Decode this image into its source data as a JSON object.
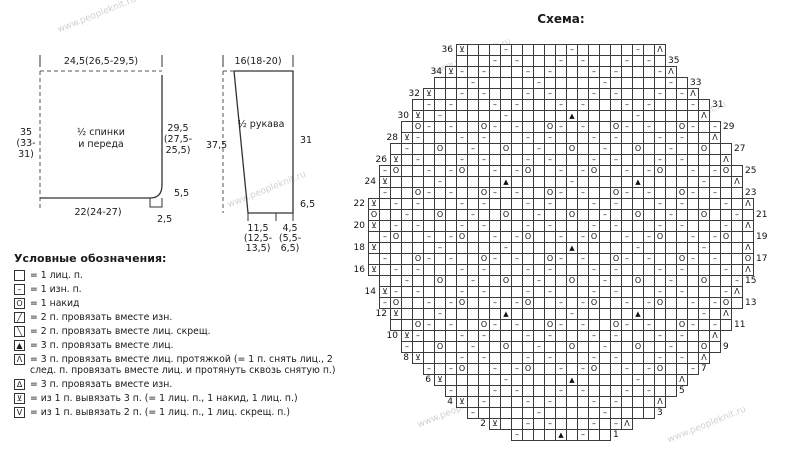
{
  "watermark": "www.peopleknit.ru",
  "body_piece": {
    "top_width": "24,5(26,5-29,5)",
    "height_left_1": "35",
    "height_left_2": "(33-",
    "height_left_3": "31)",
    "label_1": "½ спинки",
    "label_2": "и переда",
    "height_right_1": "29,5",
    "height_right_2": "(27,5-",
    "height_right_3": "25,5)",
    "hem_height": "5,5",
    "slit": "2,5",
    "bottom_width": "22(24-27)"
  },
  "sleeve_piece": {
    "top_width": "16(18-20)",
    "label": "½ рукава",
    "height_left": "37,5",
    "height_right": "31",
    "cuff_height": "6,5",
    "bottom_w1_1": "11,5",
    "bottom_w1_2": "(12,5-",
    "bottom_w1_3": "13,5)",
    "bottom_w2_1": "4,5",
    "bottom_w2_2": "(5,5-",
    "bottom_w2_3": "6,5)"
  },
  "legend": {
    "title": "Условные обозначения:",
    "items": [
      {
        "sym": "",
        "text": "= 1 лиц. п."
      },
      {
        "sym": "-",
        "text": "= 1 изн. п."
      },
      {
        "sym": "o",
        "text": "= 1 накид"
      },
      {
        "sym": "/",
        "text": "= 2 п. провязать вместе изн."
      },
      {
        "sym": "%",
        "text": "= 2 п. провязать вместе лиц. скрещ."
      },
      {
        "sym": "A",
        "text": "= 3 п. провязать вместе лиц."
      },
      {
        "sym": "^",
        "text": "= 3 п. провязать вместе лиц. протяжкой (= 1 п. снять лиц., 2 след. п. провязать вместе лиц. и протянуть сквозь снятую п.)"
      },
      {
        "sym": "x",
        "text": "= 3 п. провязать вместе изн."
      },
      {
        "sym": "v",
        "text": "= из 1 п. вывязать 3 п. (= 1 лиц. п., 1 накид, 1 лиц. п.)"
      },
      {
        "sym": "V",
        "text": "= из 1 п. вывязать 2 п. (= 1 лиц. п., 1 лиц. скрещ. п.)"
      }
    ]
  },
  "chart": {
    "title": "Схема:",
    "max_cols": 35,
    "symbols": {
      "-": "–",
      "o": "O",
      "A": "▲",
      "^": "Λ",
      "v": "⊻",
      "x": "∆",
      "/": "╱",
      "%": "╲",
      "V": "V"
    },
    "rows": [
      {
        "num": 36,
        "off": 8,
        "cells": "v   -     -     - ^"
      },
      {
        "num": 35,
        "off": 8,
        "cells": "   - -   - -   - - "
      },
      {
        "num": 34,
        "off": 7,
        "cells": "v- -   - -   - -   -^"
      },
      {
        "num": 33,
        "off": 6,
        "cells": "   -     -     -     - "
      },
      {
        "num": 32,
        "off": 5,
        "cells": "v  - -   - -   - -   - -^"
      },
      {
        "num": 31,
        "off": 4,
        "cells": " - -   - -   - -   - -   - "
      },
      {
        "num": 30,
        "off": 4,
        "cells": "v -     -     A     -     ^"
      },
      {
        "num": 29,
        "off": 3,
        "cells": " o- -  o- -  o- -  o- -  o- -"
      },
      {
        "num": 28,
        "off": 3,
        "cells": "v-   - -   - -   - -   - -  ^"
      },
      {
        "num": 27,
        "off": 2,
        "cells": " -  o  -  o  -  o  -  o  -  o  "
      },
      {
        "num": 26,
        "off": 2,
        "cells": "v -   - -   - -   - -   - -   ^"
      },
      {
        "num": 25,
        "off": 1,
        "cells": "-o  - -o  - -o  - -o  - -o  - -o "
      },
      {
        "num": 24,
        "off": 1,
        "cells": "v    -     A     -     A     -  ^"
      },
      {
        "num": 23,
        "off": 1,
        "cells": "-  o- -  o- -  o- -  o- -  o- -  "
      },
      {
        "num": 22,
        "off": 0,
        "cells": "v - -   - -   - -   - -   - -   - ^"
      },
      {
        "num": 21,
        "off": 0,
        "cells": "o  -  o  -  o  -  o  -  o  -  o  - "
      },
      {
        "num": 20,
        "off": 0,
        "cells": "v - -   - -   - -   - -   - -   - ^"
      },
      {
        "num": 19,
        "off": 0,
        "cells": " -o  - -o  - -o  - -o  - -o  - -o  "
      },
      {
        "num": 18,
        "off": 0,
        "cells": "v     -     -     A     -     -   ^"
      },
      {
        "num": 17,
        "off": 0,
        "cells": " -  o- -  o- -  o- -  o- -  o- -  o"
      },
      {
        "num": 16,
        "off": 0,
        "cells": "v - -   - -   - -   - -   - -   - ^"
      },
      {
        "num": 15,
        "off": 1,
        "cells": "  -  o  -  o  -  o  -  o  -  o  -"
      },
      {
        "num": 14,
        "off": 1,
        "cells": "v- -   - -   - -   - -   - -   -^"
      },
      {
        "num": 13,
        "off": 1,
        "cells": "-o  - -o  - -o  - -o  - -o  - -o "
      },
      {
        "num": 12,
        "off": 2,
        "cells": "v   -     A     -     A     - ^"
      },
      {
        "num": 11,
        "off": 2,
        "cells": "  o- -  o- -  o- -  o- -  o- - "
      },
      {
        "num": 10,
        "off": 3,
        "cells": "v-   - -   - -   - -   - -  ^"
      },
      {
        "num": 9,
        "off": 3,
        "cells": "-  o  -  o  -  o  -  o  -  o "
      },
      {
        "num": 8,
        "off": 4,
        "cells": "v   - -   - -   - -   - - ^"
      },
      {
        "num": 7,
        "off": 5,
        "cells": "- -o  - -o  - -o  - -o  -"
      },
      {
        "num": 6,
        "off": 6,
        "cells": "v     -     A     -   ^"
      },
      {
        "num": 5,
        "off": 7,
        "cells": "-   - -   - -   - -  "
      },
      {
        "num": 4,
        "off": 8,
        "cells": "v -   - -   - -   ^"
      },
      {
        "num": 3,
        "off": 9,
        "cells": "-     -     -    "
      },
      {
        "num": 2,
        "off": 11,
        "cells": "v  - -   - -^"
      },
      {
        "num": 1,
        "off": 13,
        "cells": "-   A -  "
      }
    ]
  }
}
